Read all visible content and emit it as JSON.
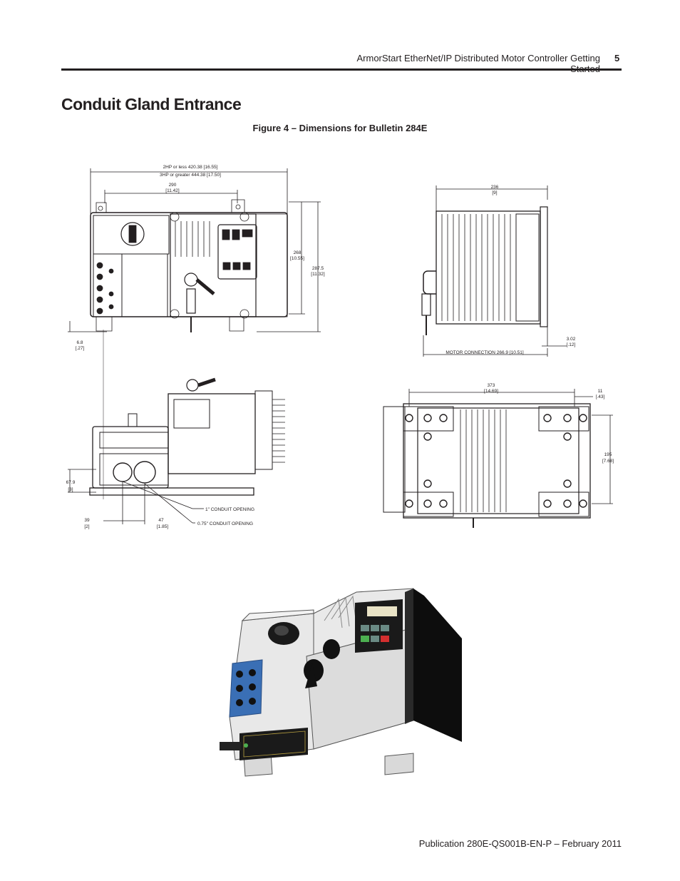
{
  "header": {
    "running_title": "ArmorStart EtherNet/IP Distributed Motor Controller Getting Started",
    "page_number": "5"
  },
  "section_title": "Conduit Gland Entrance",
  "figure": {
    "caption": "Figure 4 – Dimensions for Bulletin 284E",
    "front_view": {
      "width_small": "2HP or less 420.38 [16.55]",
      "width_large": "3HP or greater 444.38 [17.50]",
      "mount_width": "290",
      "mount_width_in": "[11.42]",
      "mount_height": "268",
      "mount_height_in": "[10.55]",
      "overall_height": "287.5",
      "overall_height_in": "[11.32]",
      "foot_offset": "6.8",
      "foot_offset_in": "[.27]"
    },
    "side_view": {
      "depth": "236",
      "depth_in": "[9]",
      "motor_connection": "MOTOR CONNECTION 266.9 [10.51]",
      "offset": "3.02",
      "offset_in": "[.12]"
    },
    "bottom_view": {
      "conduit_height": "67.9",
      "conduit_height_in": "[3]",
      "dim_39": "39",
      "dim_39_in": "[2]",
      "dim_47": "47",
      "dim_47_in": "[1.85]",
      "conduit_1in": "1\" CONDUIT OPENING",
      "conduit_075in": "0.75\" CONDUIT OPENING"
    },
    "rear_view": {
      "width": "373",
      "width_in": "[14.69]",
      "edge": "11",
      "edge_in": "[.43]",
      "height": "195",
      "height_in": "[7.68]"
    }
  },
  "footer": {
    "publication": "Publication 280E-QS001B-EN-P – February 2011"
  }
}
